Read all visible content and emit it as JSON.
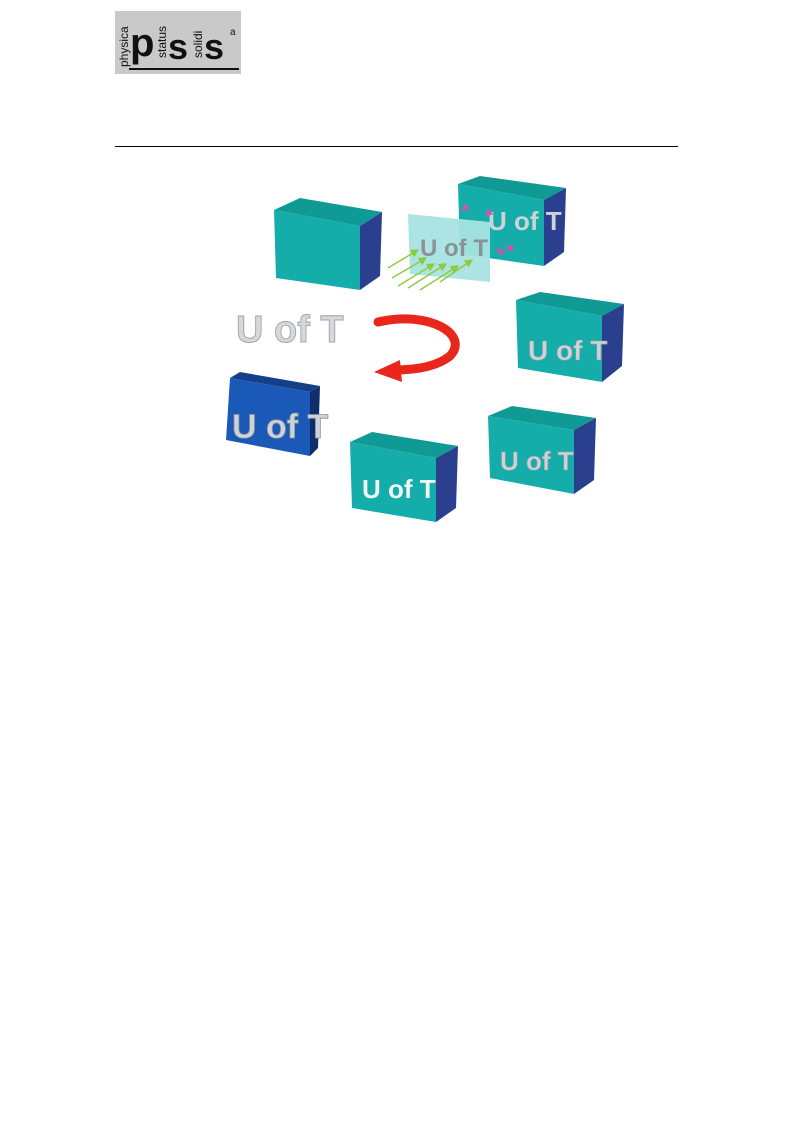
{
  "logo": {
    "word_physica": "physica",
    "letter_p": "p",
    "word_status": "status",
    "letter_s1": "s",
    "word_solidi": "solidi",
    "letter_s2": "s",
    "superscript": "a"
  },
  "figure": {
    "block_label": "U of T",
    "mask_label": "U of T",
    "colors": {
      "teal": "#14ada9",
      "teal_top": "#0f9a95",
      "blue_side": "#2a3f8e",
      "mask": "#a6e3e0",
      "laser": "#8ccc3c",
      "ions": "#c45aa8",
      "arrow": "#e8261c",
      "silver": "#cfd2d6",
      "dark_blue": "#1b59b8"
    }
  }
}
